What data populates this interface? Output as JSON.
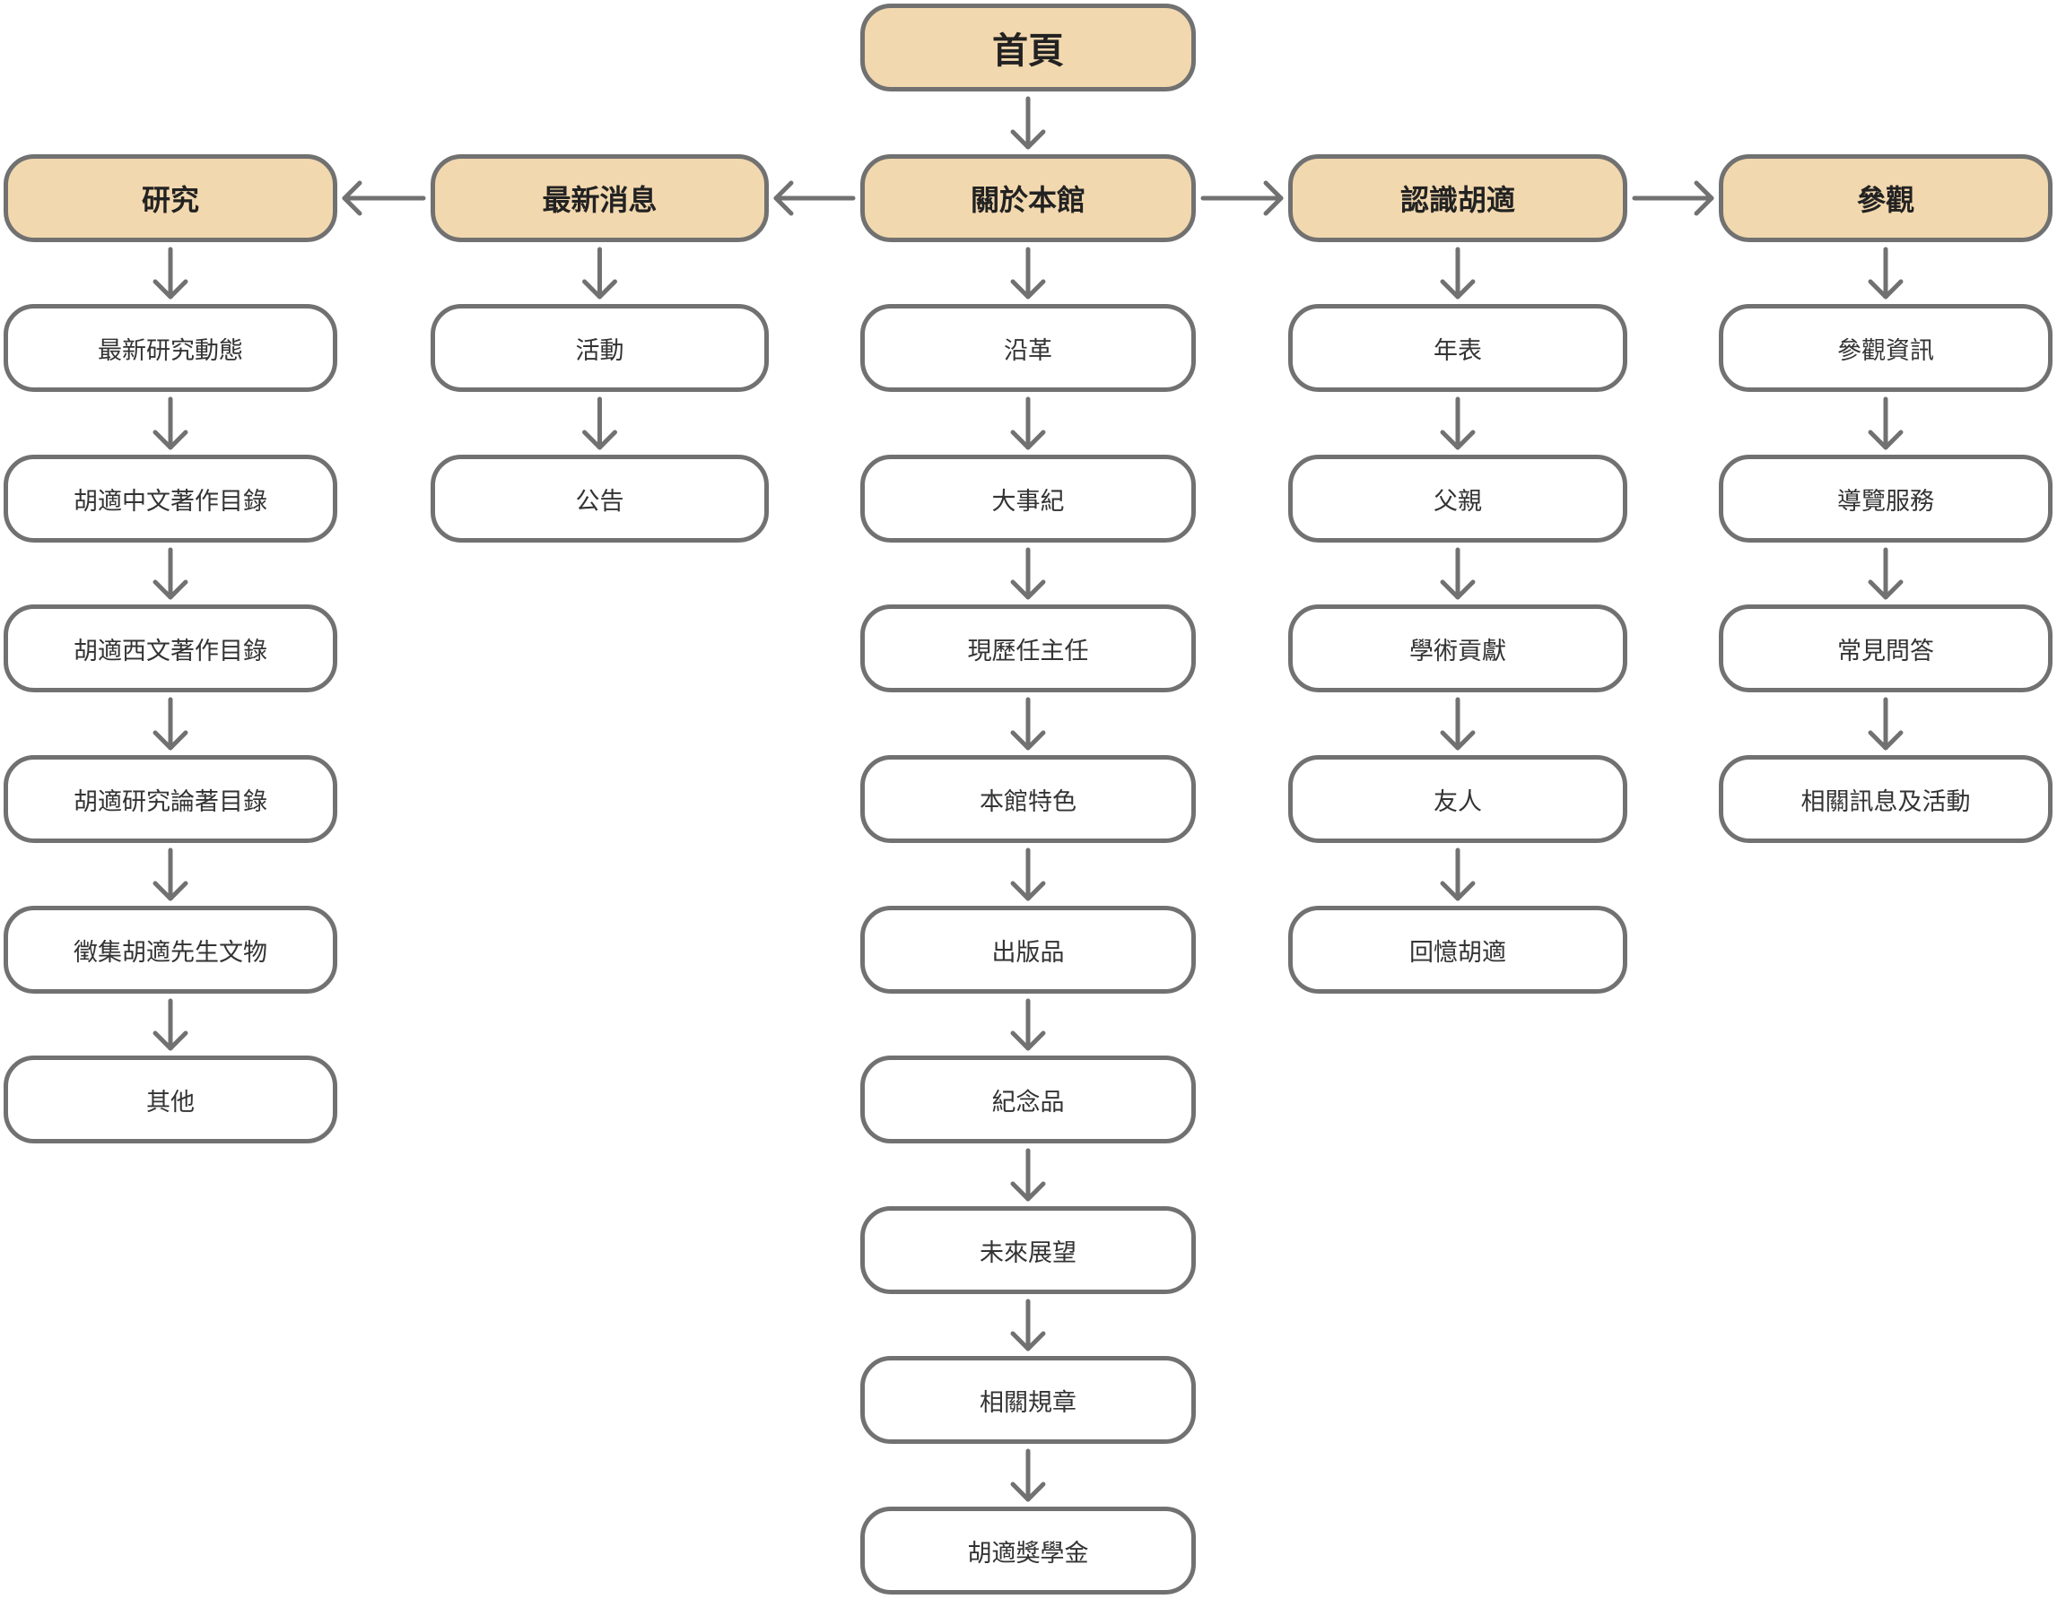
{
  "colors": {
    "header_fill": "#f2d8ae",
    "node_fill": "#ffffff",
    "stroke": "#717171",
    "text": "#333333"
  },
  "root": {
    "id": "home",
    "label": "首頁"
  },
  "categories": [
    {
      "id": "research",
      "label": "研究",
      "items": [
        {
          "id": "research-1",
          "label": "最新研究動態"
        },
        {
          "id": "research-2",
          "label": "胡適中文著作目錄"
        },
        {
          "id": "research-3",
          "label": "胡適西文著作目錄"
        },
        {
          "id": "research-4",
          "label": "胡適研究論著目錄"
        },
        {
          "id": "research-5",
          "label": "徵集胡適先生文物"
        },
        {
          "id": "research-6",
          "label": "其他"
        }
      ]
    },
    {
      "id": "news",
      "label": "最新消息",
      "items": [
        {
          "id": "news-1",
          "label": "活動"
        },
        {
          "id": "news-2",
          "label": "公告"
        }
      ]
    },
    {
      "id": "about",
      "label": "關於本館",
      "items": [
        {
          "id": "about-1",
          "label": "沿革"
        },
        {
          "id": "about-2",
          "label": "大事紀"
        },
        {
          "id": "about-3",
          "label": "現歷任主任"
        },
        {
          "id": "about-4",
          "label": "本館特色"
        },
        {
          "id": "about-5",
          "label": "出版品"
        },
        {
          "id": "about-6",
          "label": "紀念品"
        },
        {
          "id": "about-7",
          "label": "未來展望"
        },
        {
          "id": "about-8",
          "label": "相關規章"
        },
        {
          "id": "about-9",
          "label": "胡適獎學金"
        }
      ]
    },
    {
      "id": "hushih",
      "label": "認識胡適",
      "items": [
        {
          "id": "hushih-1",
          "label": "年表"
        },
        {
          "id": "hushih-2",
          "label": "父親"
        },
        {
          "id": "hushih-3",
          "label": "學術貢獻"
        },
        {
          "id": "hushih-4",
          "label": "友人"
        },
        {
          "id": "hushih-5",
          "label": "回憶胡適"
        }
      ]
    },
    {
      "id": "visit",
      "label": "參觀",
      "items": [
        {
          "id": "visit-1",
          "label": "參觀資訊"
        },
        {
          "id": "visit-2",
          "label": "導覽服務"
        },
        {
          "id": "visit-3",
          "label": "常見問答"
        },
        {
          "id": "visit-4",
          "label": "相關訊息及活動"
        }
      ]
    }
  ],
  "edges": [
    {
      "from": "home",
      "to": "about"
    },
    {
      "from": "about",
      "to": "news"
    },
    {
      "from": "news",
      "to": "research"
    },
    {
      "from": "about",
      "to": "hushih"
    },
    {
      "from": "hushih",
      "to": "visit"
    }
  ]
}
